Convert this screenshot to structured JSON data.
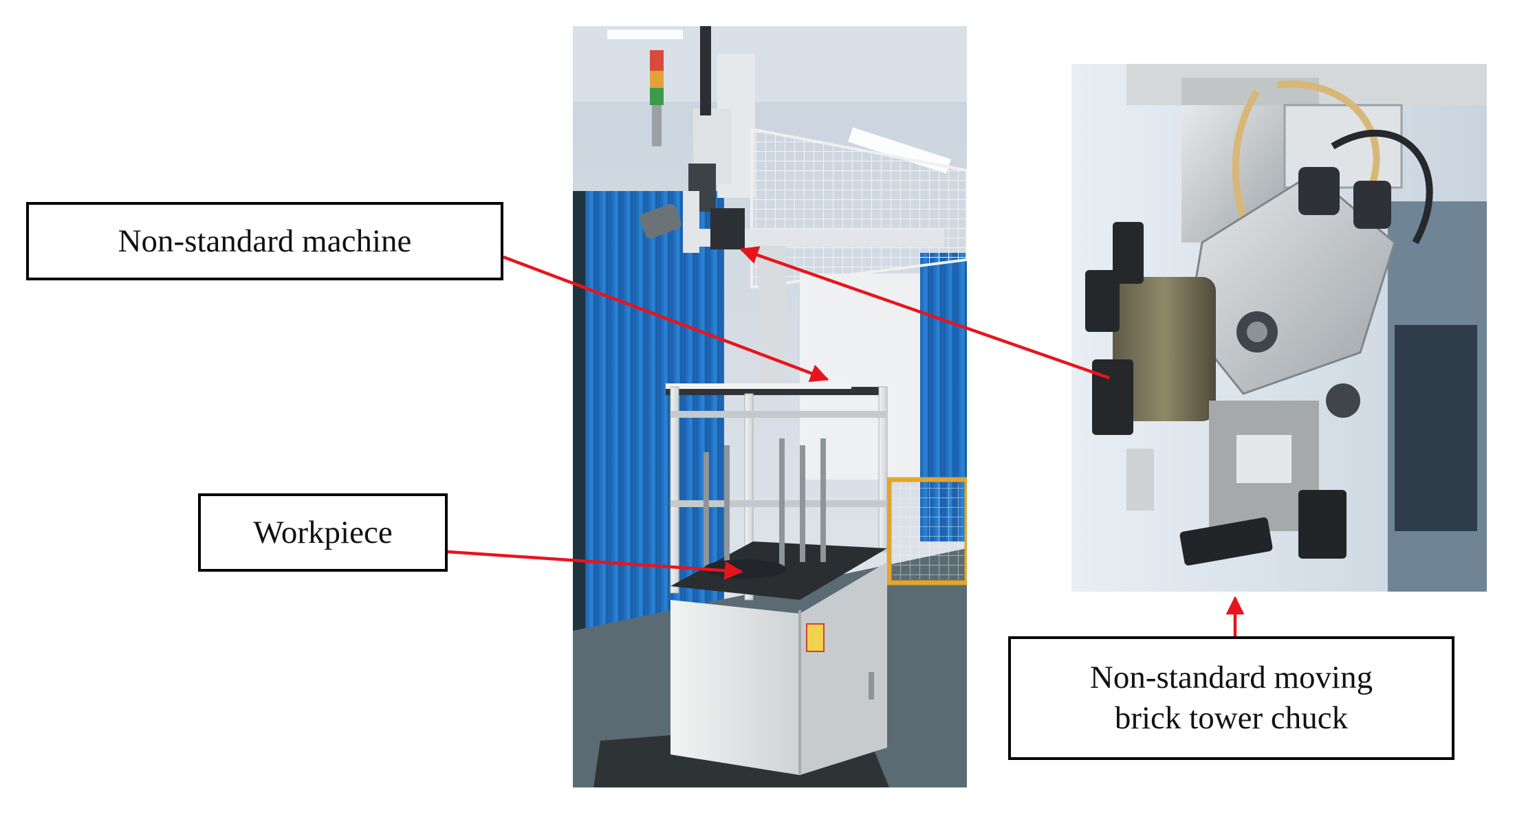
{
  "labels": {
    "machine": "Non-standard machine",
    "workpiece": "Workpiece",
    "chuck_line1": "Non-standard moving",
    "chuck_line2": "brick tower chuck"
  },
  "colors": {
    "arrow": "#e8141c",
    "curtain": "#1e6fc4",
    "cabinet": "#e9ebea",
    "frame": "#b9bec2",
    "floor": "#55656e",
    "wall": "#dfe4ea"
  }
}
